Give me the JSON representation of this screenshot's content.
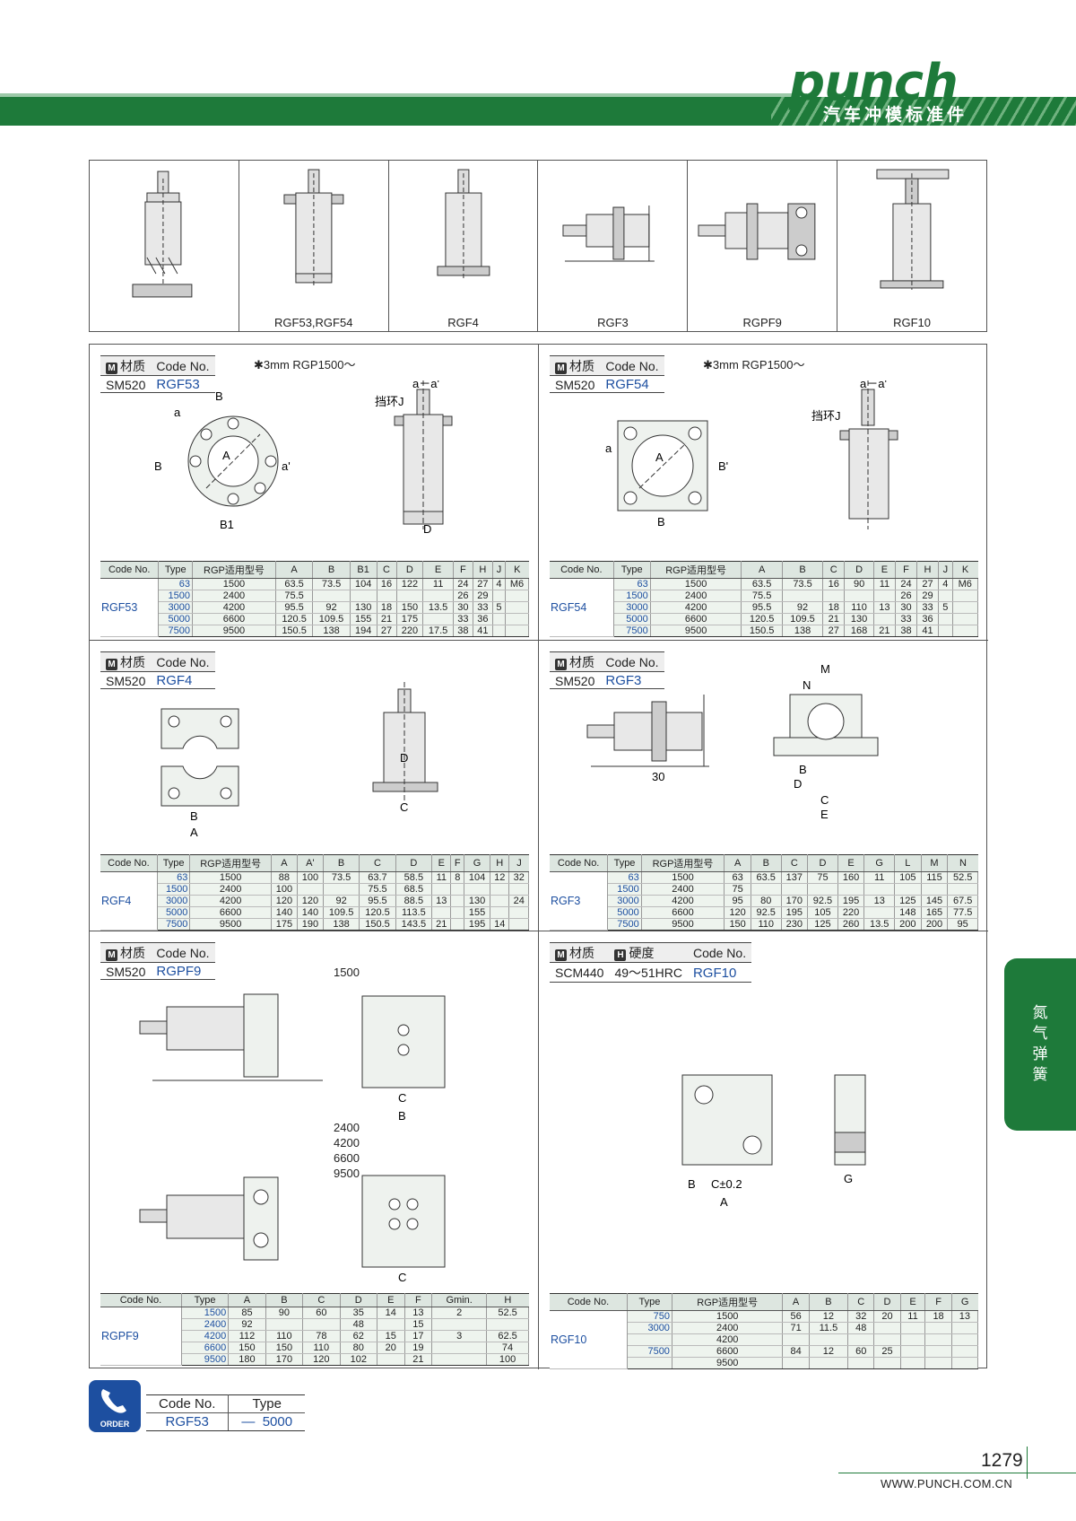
{
  "header": {
    "logo": "punch",
    "tagline": "汽车冲模标准件"
  },
  "thumbs": [
    "",
    "RGF53,RGF54",
    "RGF4",
    "RGF3",
    "RGPF9",
    "RGF10"
  ],
  "labels": {
    "material": "材质",
    "hardness": "硬度",
    "code_no": "Code No.",
    "m_badge": "M",
    "h_badge": "H"
  },
  "rgf53": {
    "material": "SM520",
    "code": "RGF53",
    "note": "✱3mm  RGP1500～",
    "headers": [
      "Code No.",
      "Type",
      "RGP适用型号",
      "A",
      "B",
      "B1",
      "C",
      "D",
      "E",
      "F",
      "H",
      "J",
      "K"
    ],
    "rows": [
      [
        "63",
        "1500",
        "63.5",
        "73.5",
        "104",
        "16",
        "122",
        "11",
        "24",
        "27",
        "4",
        "M6"
      ],
      [
        "1500",
        "2400",
        "75.5",
        "",
        "",
        "",
        "",
        "",
        "26",
        "29",
        "",
        ""
      ],
      [
        "3000",
        "4200",
        "95.5",
        "92",
        "130",
        "18",
        "150",
        "13.5",
        "30",
        "33",
        "5",
        ""
      ],
      [
        "5000",
        "6600",
        "120.5",
        "109.5",
        "155",
        "21",
        "175",
        "",
        "33",
        "36",
        "",
        ""
      ],
      [
        "7500",
        "9500",
        "150.5",
        "138",
        "194",
        "27",
        "220",
        "17.5",
        "38",
        "41",
        "",
        ""
      ]
    ]
  },
  "rgf54": {
    "material": "SM520",
    "code": "RGF54",
    "note": "✱3mm  RGP1500～",
    "headers": [
      "Code No.",
      "Type",
      "RGP适用型号",
      "A",
      "B",
      "C",
      "D",
      "E",
      "F",
      "H",
      "J",
      "K"
    ],
    "rows": [
      [
        "63",
        "1500",
        "63.5",
        "73.5",
        "16",
        "90",
        "11",
        "24",
        "27",
        "4",
        "M6"
      ],
      [
        "1500",
        "2400",
        "75.5",
        "",
        "",
        "",
        "",
        "26",
        "29",
        "",
        ""
      ],
      [
        "3000",
        "4200",
        "95.5",
        "92",
        "18",
        "110",
        "13",
        "30",
        "33",
        "5",
        ""
      ],
      [
        "5000",
        "6600",
        "120.5",
        "109.5",
        "21",
        "130",
        "",
        "33",
        "36",
        "",
        ""
      ],
      [
        "7500",
        "9500",
        "150.5",
        "138",
        "27",
        "168",
        "21",
        "38",
        "41",
        "",
        ""
      ]
    ]
  },
  "rgf4": {
    "material": "SM520",
    "code": "RGF4",
    "headers": [
      "Code No.",
      "Type",
      "RGP适用型号",
      "A",
      "A'",
      "B",
      "C",
      "D",
      "E",
      "F",
      "G",
      "H",
      "J"
    ],
    "rows": [
      [
        "63",
        "1500",
        "88",
        "100",
        "73.5",
        "63.7",
        "58.5",
        "11",
        "8",
        "104",
        "12",
        "32"
      ],
      [
        "1500",
        "2400",
        "100",
        "",
        "",
        "75.5",
        "68.5",
        "",
        "",
        "",
        "",
        ""
      ],
      [
        "3000",
        "4200",
        "120",
        "120",
        "92",
        "95.5",
        "88.5",
        "13",
        "",
        "130",
        "",
        "24"
      ],
      [
        "5000",
        "6600",
        "140",
        "140",
        "109.5",
        "120.5",
        "113.5",
        "",
        "",
        "155",
        "",
        ""
      ],
      [
        "7500",
        "9500",
        "175",
        "190",
        "138",
        "150.5",
        "143.5",
        "21",
        "",
        "195",
        "14",
        ""
      ]
    ]
  },
  "rgf3": {
    "material": "SM520",
    "code": "RGF3",
    "headers": [
      "Code No.",
      "Type",
      "RGP适用型号",
      "A",
      "B",
      "C",
      "D",
      "E",
      "G",
      "L",
      "M",
      "N"
    ],
    "rows": [
      [
        "63",
        "1500",
        "63",
        "63.5",
        "137",
        "75",
        "160",
        "11",
        "105",
        "115",
        "52.5"
      ],
      [
        "1500",
        "2400",
        "75",
        "",
        "",
        "",
        "",
        "",
        "",
        "",
        ""
      ],
      [
        "3000",
        "4200",
        "95",
        "80",
        "170",
        "92.5",
        "195",
        "13",
        "125",
        "145",
        "67.5"
      ],
      [
        "5000",
        "6600",
        "120",
        "92.5",
        "195",
        "105",
        "220",
        "",
        "148",
        "165",
        "77.5"
      ],
      [
        "7500",
        "9500",
        "150",
        "110",
        "230",
        "125",
        "260",
        "13.5",
        "200",
        "200",
        "95"
      ]
    ]
  },
  "rgpf9": {
    "material": "SM520",
    "code": "RGPF9",
    "label_1500": "1500",
    "label_multi": [
      "2400",
      "4200",
      "6600",
      "9500"
    ],
    "headers": [
      "Code No.",
      "Type",
      "A",
      "B",
      "C",
      "D",
      "E",
      "F",
      "Gmin.",
      "H"
    ],
    "rows": [
      [
        "1500",
        "85",
        "90",
        "60",
        "35",
        "14",
        "13",
        "2",
        "52.5"
      ],
      [
        "2400",
        "92",
        "",
        "",
        "48",
        "",
        "15",
        "",
        ""
      ],
      [
        "4200",
        "112",
        "110",
        "78",
        "62",
        "15",
        "17",
        "3",
        "62.5"
      ],
      [
        "6600",
        "150",
        "150",
        "110",
        "80",
        "20",
        "19",
        "",
        "74"
      ],
      [
        "9500",
        "180",
        "170",
        "120",
        "102",
        "",
        "21",
        "",
        "100"
      ]
    ]
  },
  "rgf10": {
    "material": "SCM440",
    "hardness": "49～51HRC",
    "code": "RGF10",
    "headers": [
      "Code No.",
      "Type",
      "RGP适用型号",
      "A",
      "B",
      "C",
      "D",
      "E",
      "F",
      "G"
    ],
    "rows": [
      [
        "750",
        "1500",
        "56",
        "12",
        "32",
        "20",
        "11",
        "18",
        "13"
      ],
      [
        "3000",
        "2400",
        "71",
        "11.5",
        "48",
        "",
        "",
        "",
        ""
      ],
      [
        "",
        "4200",
        "",
        "",
        "",
        "",
        "",
        "",
        ""
      ],
      [
        "7500",
        "6600",
        "84",
        "12",
        "60",
        "25",
        "",
        "",
        ""
      ],
      [
        "",
        "9500",
        "",
        "",
        "",
        "",
        "",
        "",
        ""
      ]
    ]
  },
  "sidetab": [
    "氮",
    "气",
    "弹",
    "簧"
  ],
  "order": {
    "icon_label": "ORDER",
    "headers": [
      "Code No.",
      "Type"
    ],
    "code": "RGF53",
    "dash": "—",
    "type": "5000"
  },
  "footer": {
    "page": "1279",
    "url": "WWW.PUNCH.COM.CN"
  },
  "colors": {
    "brand_green": "#1e7a3a",
    "code_blue": "#1d4fa0"
  }
}
